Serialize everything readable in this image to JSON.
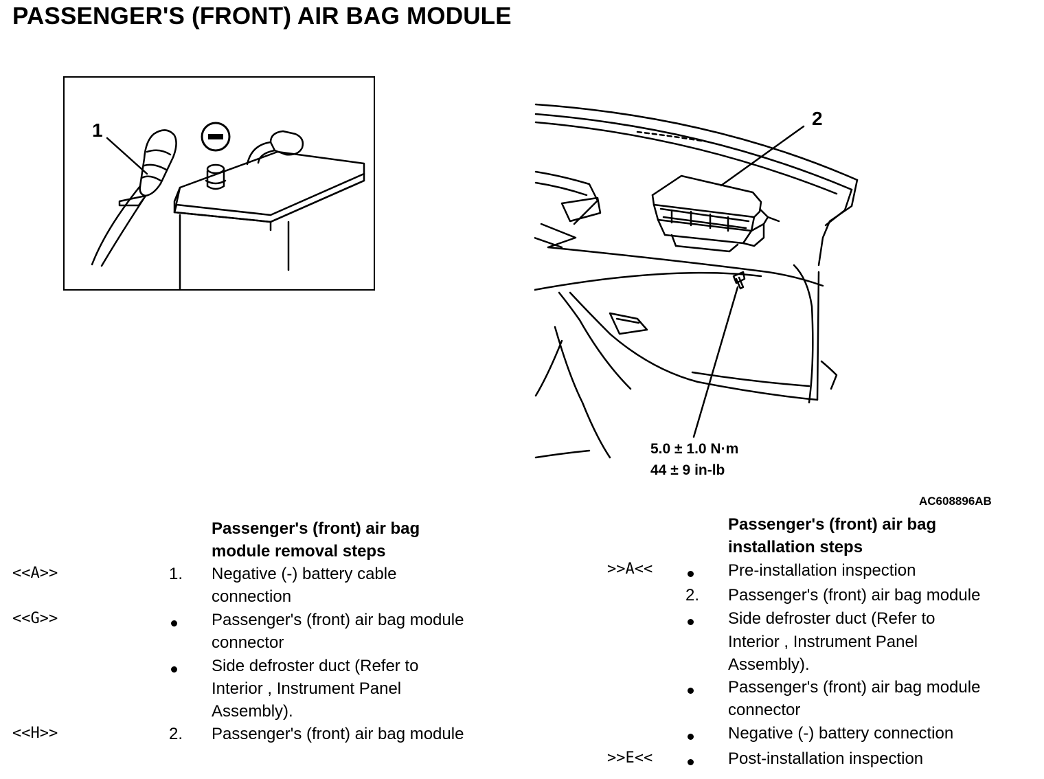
{
  "title": "PASSENGER'S (FRONT) AIR BAG MODULE",
  "figure_left": {
    "callout": "1",
    "minus_symbol": "−"
  },
  "figure_right": {
    "callout": "2",
    "torque_nm": "5.0 ± 1.0 N·m",
    "torque_inlb": "44 ± 9 in-lb"
  },
  "figure_code": "AC608896AB",
  "removal": {
    "heading_line1": "Passenger's (front) air bag",
    "heading_line2": "module removal steps",
    "steps": [
      {
        "mark": "<<A>>",
        "no": "1.",
        "bullet": false,
        "lines": [
          "Negative (-) battery cable",
          "connection"
        ]
      },
      {
        "mark": "<<G>>",
        "no": "",
        "bullet": true,
        "lines": [
          "Passenger's (front) air bag module",
          "connector"
        ]
      },
      {
        "mark": "",
        "no": "",
        "bullet": true,
        "lines": [
          "Side defroster duct (Refer to",
          " Interior , Instrument Panel",
          "Assembly)."
        ]
      },
      {
        "mark": "<<H>>",
        "no": "2.",
        "bullet": false,
        "lines": [
          "Passenger's (front) air bag module"
        ]
      }
    ]
  },
  "installation": {
    "heading_line1": "Passenger's (front) air bag",
    "heading_line2": "installation steps",
    "steps": [
      {
        "mark": ">>A<<",
        "no": "",
        "bullet": true,
        "lines": [
          "Pre-installation inspection"
        ]
      },
      {
        "mark": "",
        "no": "2.",
        "bullet": false,
        "lines": [
          "Passenger's (front) air bag module"
        ]
      },
      {
        "mark": "",
        "no": "",
        "bullet": true,
        "lines": [
          "Side defroster duct (Refer to",
          "Interior , Instrument Panel",
          "Assembly)."
        ]
      },
      {
        "mark": "",
        "no": "",
        "bullet": true,
        "lines": [
          "Passenger's (front) air bag module",
          "connector"
        ]
      },
      {
        "mark": "",
        "no": "",
        "bullet": true,
        "lines": [
          "Negative (-) battery connection"
        ]
      },
      {
        "mark": ">>E<<",
        "no": "",
        "bullet": true,
        "lines": [
          "Post-installation inspection"
        ]
      }
    ]
  }
}
